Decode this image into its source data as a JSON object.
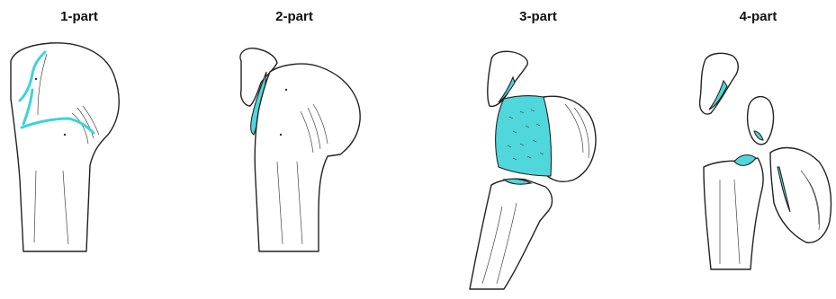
{
  "panels": [
    {
      "label": "1-part"
    },
    {
      "label": "2-part"
    },
    {
      "label": "3-part"
    },
    {
      "label": "4-part"
    }
  ],
  "colors": {
    "fracture_highlight": "#4fd7dc",
    "outline": "#222222",
    "background": "#ffffff"
  }
}
